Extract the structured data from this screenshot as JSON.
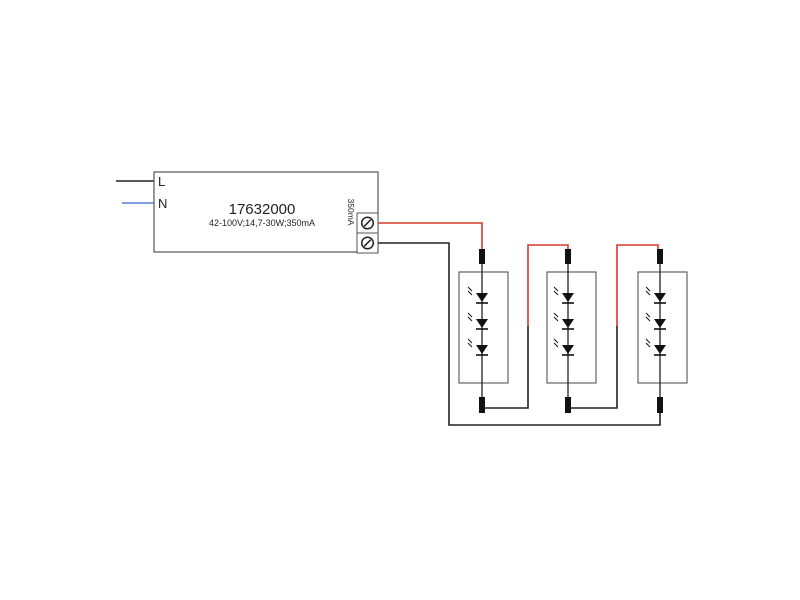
{
  "driver": {
    "model": "17632000",
    "spec": "42-100V;14,7-30W;350mA",
    "output_label": "350mA",
    "input_labels": {
      "line": "L",
      "neutral": "N"
    }
  },
  "modules": [
    {
      "led_count": 3
    },
    {
      "led_count": 3
    },
    {
      "led_count": 3
    }
  ],
  "colors": {
    "wire_line": "#222222",
    "wire_neutral": "#5b7fd9",
    "wire_positive": "#d83a2a",
    "wire_negative": "#222222",
    "outline": "#555555"
  }
}
